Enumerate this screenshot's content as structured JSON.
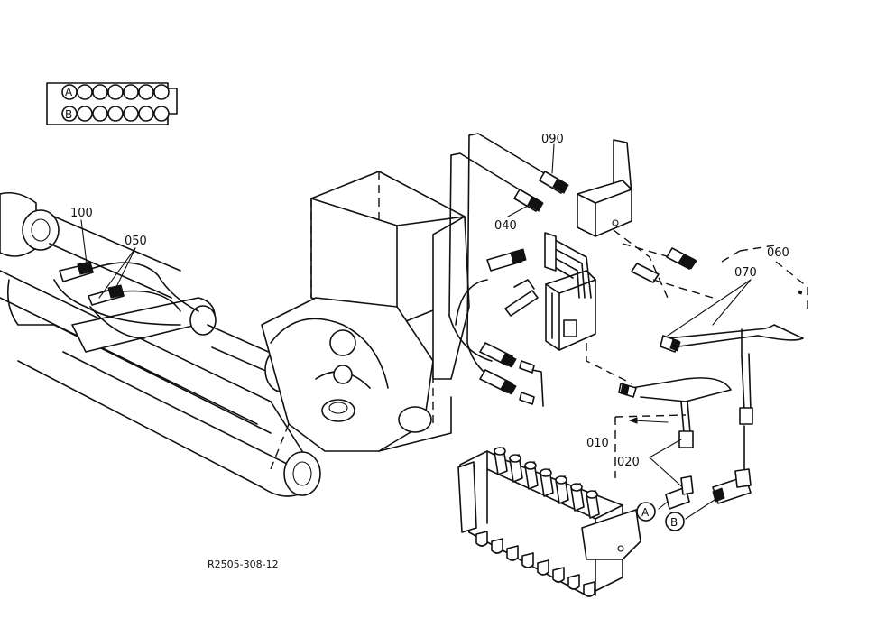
{
  "connector": {
    "row_a": "A",
    "row_b": "B"
  },
  "parts": {
    "p010": "010",
    "p020": "020",
    "p040": "040",
    "p050": "050",
    "p060": "060",
    "p070": "070",
    "p090": "090",
    "p100": "100"
  },
  "markers": {
    "a": "A",
    "b": "B"
  },
  "reference": "R2505-308-12"
}
